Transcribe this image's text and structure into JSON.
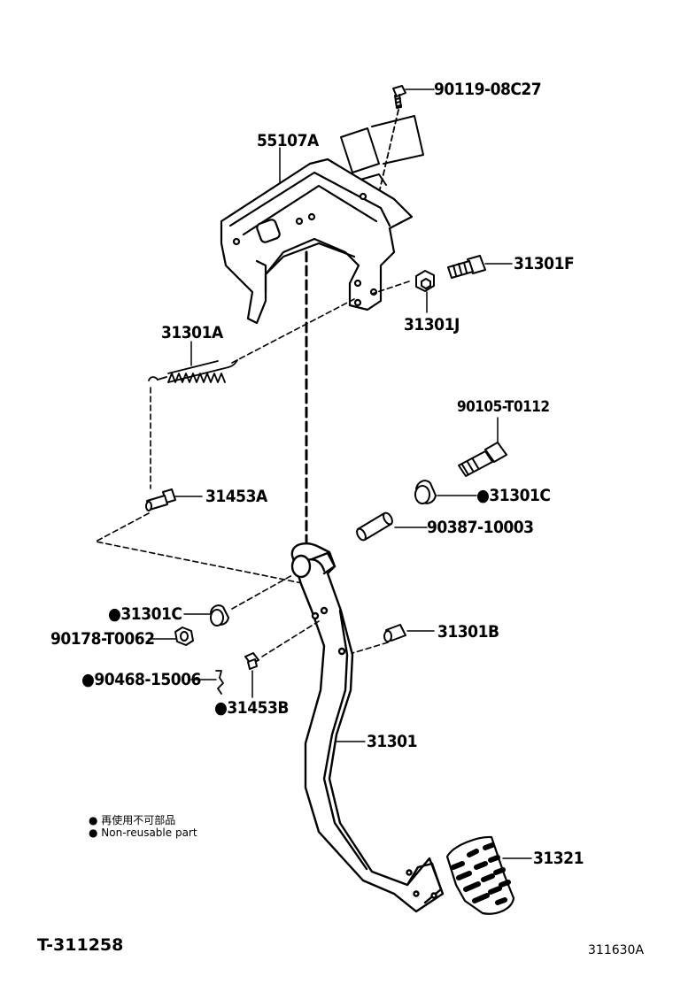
{
  "parts": {
    "p_90119": "90119-08C27",
    "p_55107A": "55107A",
    "p_31301F": "31301F",
    "p_31301J": "31301J",
    "p_31301A": "31301A",
    "p_90105": "90105-T0112",
    "p_31453A": "31453A",
    "p_31301C_r": "●31301C",
    "p_90387": "90387-10003",
    "p_31301C_l": "●31301C",
    "p_90178": "90178-T0062",
    "p_31301B": "31301B",
    "p_90468": "●90468-15006",
    "p_31453B": "●31453B",
    "p_31301": "31301",
    "p_31321": "31321"
  },
  "legend": {
    "line1": "● 再使用不可部品",
    "line2": "● Non-reusable part"
  },
  "footer": {
    "left_code": "T-311258",
    "right_code": "311630A"
  }
}
